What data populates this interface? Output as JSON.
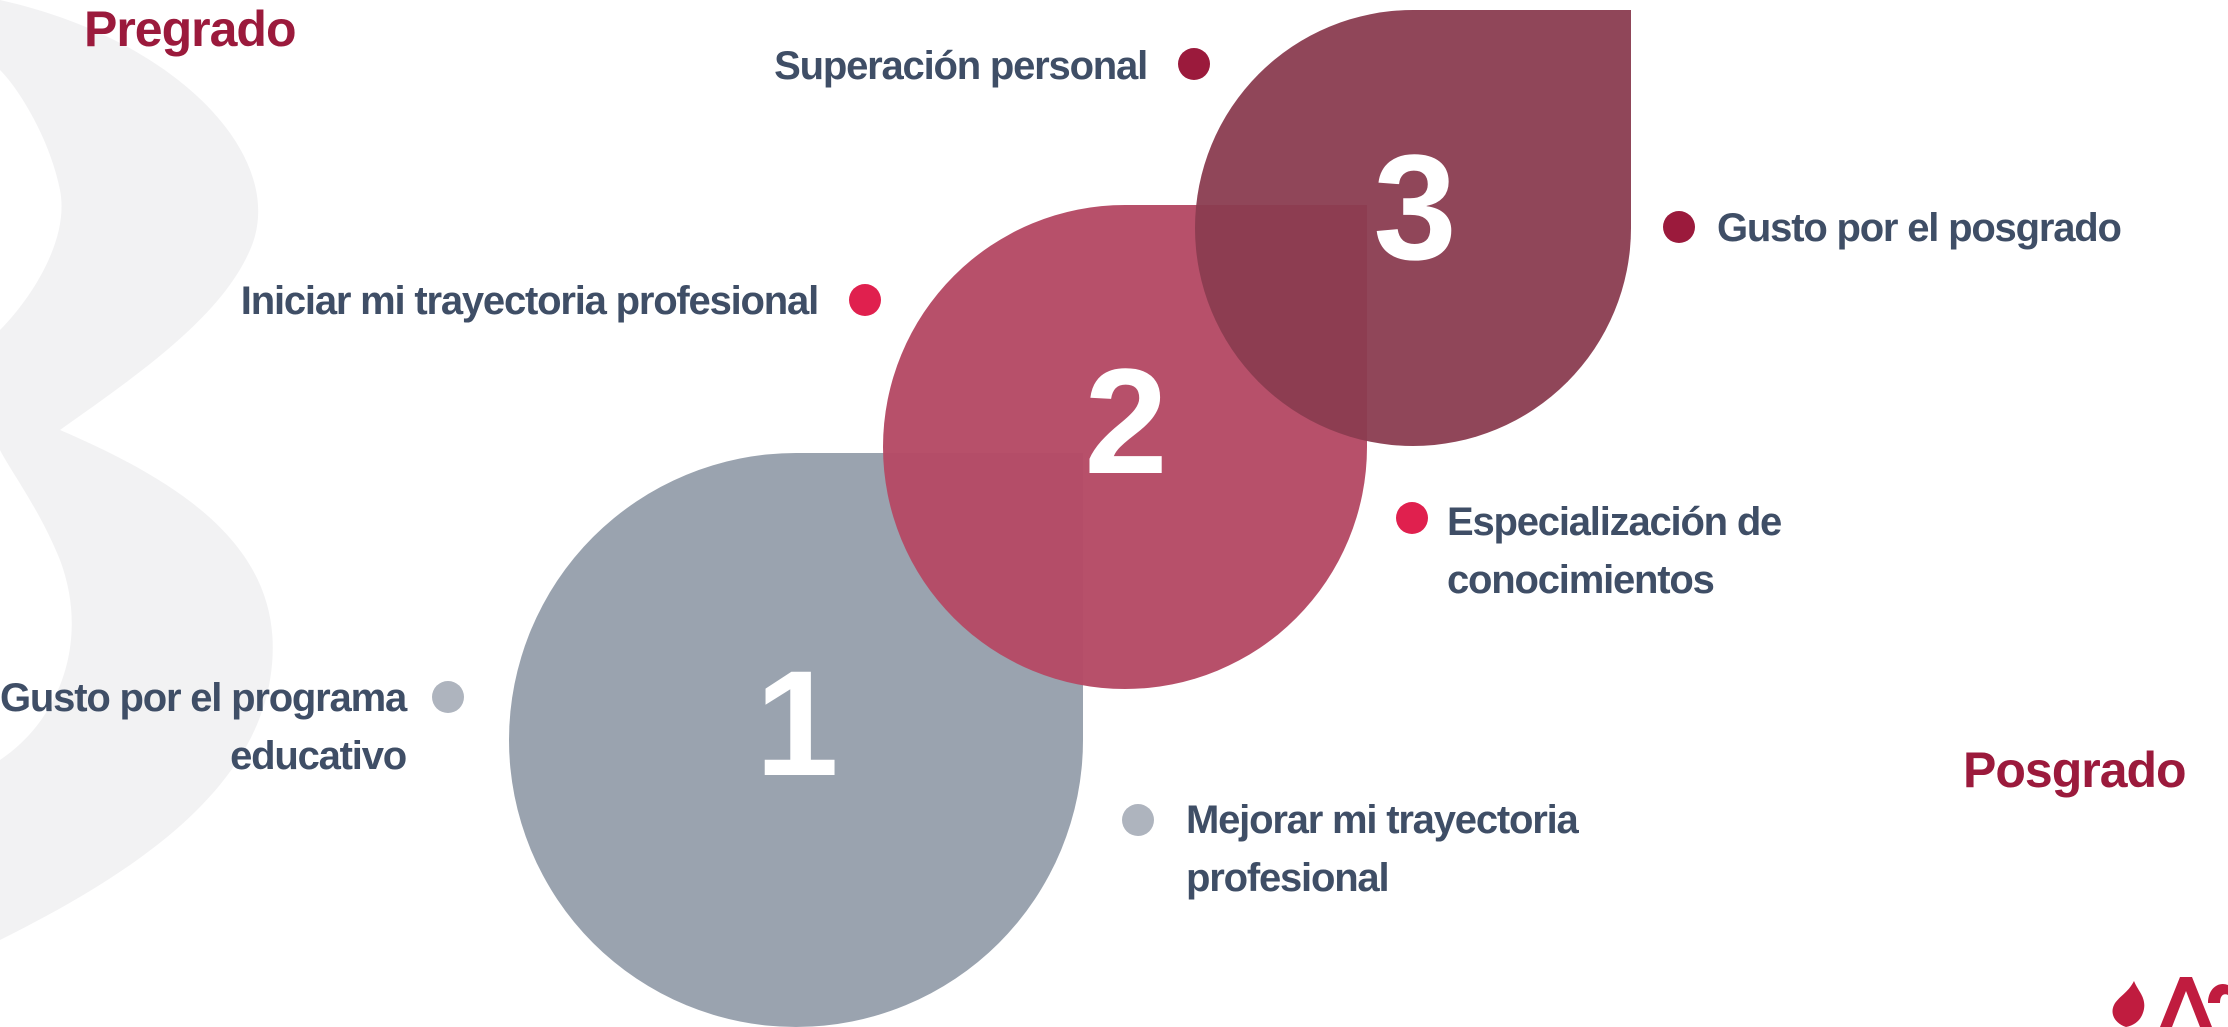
{
  "headings": {
    "top_left": "Pregrado",
    "bottom_right": "Posgrado"
  },
  "steps": [
    {
      "number": "1",
      "color": "#9aa3af"
    },
    {
      "number": "2",
      "color": "#b54a65"
    },
    {
      "number": "3",
      "color": "#8a3c50"
    }
  ],
  "items": {
    "gusto_programa": [
      "Gusto por el programa",
      "educativo"
    ],
    "mejorar_trayectoria": [
      "Mejorar mi trayectoria",
      "profesional"
    ],
    "iniciar_trayectoria": "Iniciar mi trayectoria profesional",
    "especializacion": [
      "Especialización de",
      "conocimientos"
    ],
    "superacion": "Superación personal",
    "gusto_posgrado": "Gusto por el posgrado"
  },
  "colors": {
    "heading": "#9b1a3c",
    "text": "#3f4e66",
    "dot_gray": "#aeb4be",
    "dot_pink": "#e0204e",
    "dot_maroon": "#9b1a3c",
    "background_mark": "#f2f2f3",
    "logo": "#c01c3f"
  },
  "icons": {
    "logo": "brand-logo"
  }
}
